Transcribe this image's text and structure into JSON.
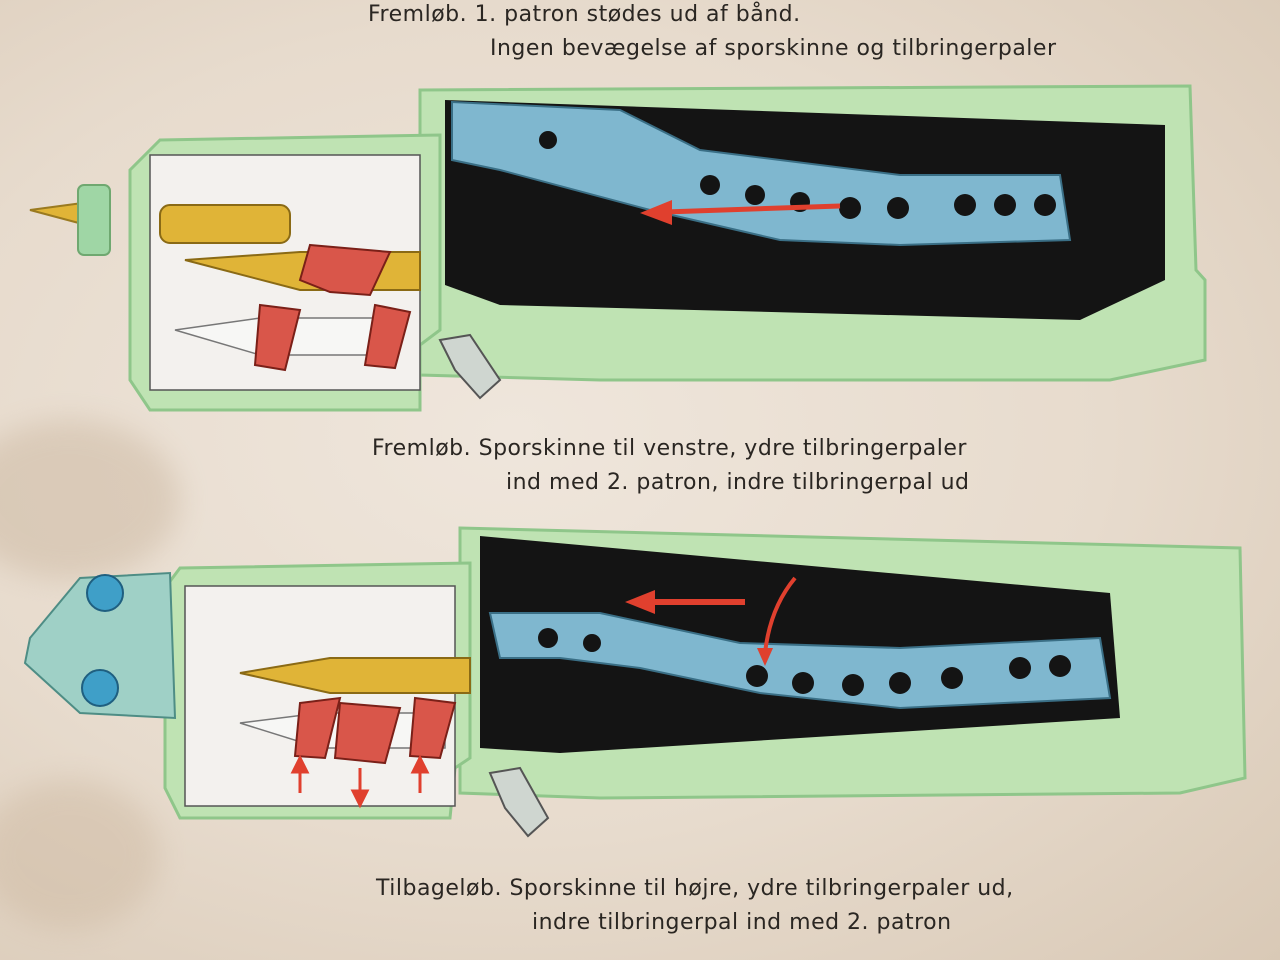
{
  "figures": [
    {
      "label": "Fremløb.",
      "line1": "1. patron stødes ud af bånd.",
      "line2": "Ingen bevægelse af  sporskinne og  tilbringerpaler"
    },
    {
      "label": "Fremløb.",
      "line1": "Sporskinne til venstre, ydre tilbringerpaler",
      "line2": "ind med 2. patron, indre tilbringerpal ud"
    },
    {
      "label": "Tilbageløb.",
      "line1": "Sporskinne til højre, ydre tilbringerpaler ud,",
      "line2": "indre tilbringerpal  ind med  2. patron"
    }
  ],
  "colors": {
    "paper": "#ece2d6",
    "housing_green": "#bfe3b3",
    "housing_edge": "#8fc68a",
    "slide_blue": "#7fb7cf",
    "interior_black": "#141414",
    "cartridge_brass": "#e0b437",
    "pawl_red": "#d9564a",
    "arrow_red": "#e0402e"
  }
}
